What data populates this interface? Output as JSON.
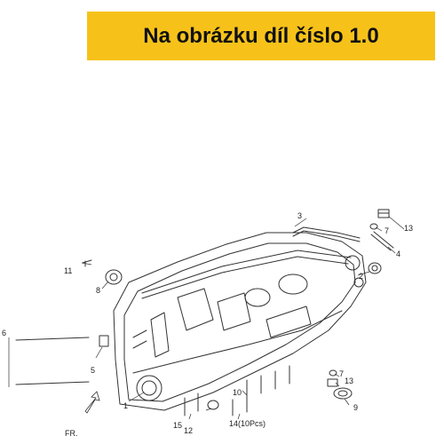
{
  "banner": {
    "text": "Na obrázku díl číslo 1.0",
    "color": "#f6c21a"
  },
  "parts": {
    "p1": "1",
    "p2": "2",
    "p3": "3",
    "p4": "4",
    "p5": "5",
    "p6": "6",
    "p7a": "7",
    "p7b": "7",
    "p8": "8",
    "p9": "9",
    "p10": "10",
    "p11": "11",
    "p12": "12",
    "p13a": "13",
    "p13b": "13",
    "p14": "14(10Pcs)",
    "p15": "15"
  },
  "orientation": {
    "front_label": "FR."
  }
}
